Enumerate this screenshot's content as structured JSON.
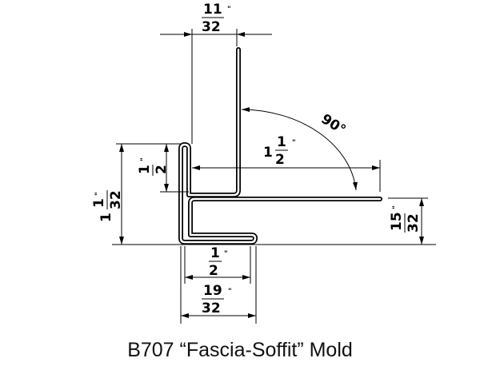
{
  "caption": "B707 “Fascia-Soffit” Mold",
  "dimensions": {
    "top_width": {
      "num": "11",
      "den": "32",
      "unit": "\""
    },
    "flange_length": {
      "whole": "1",
      "num": "1",
      "den": "2",
      "unit": "\""
    },
    "angle": "90°",
    "hem_height": {
      "num": "1",
      "den": "2",
      "unit": "\""
    },
    "overall_height": {
      "whole": "1",
      "num": "1",
      "den": "32",
      "unit": "\""
    },
    "lower_height": {
      "num": "15",
      "den": "32",
      "unit": "\""
    },
    "bottom_return": {
      "num": "1",
      "den": "2",
      "unit": "\""
    },
    "bottom_width": {
      "num": "19",
      "den": "32",
      "unit": "\""
    }
  }
}
